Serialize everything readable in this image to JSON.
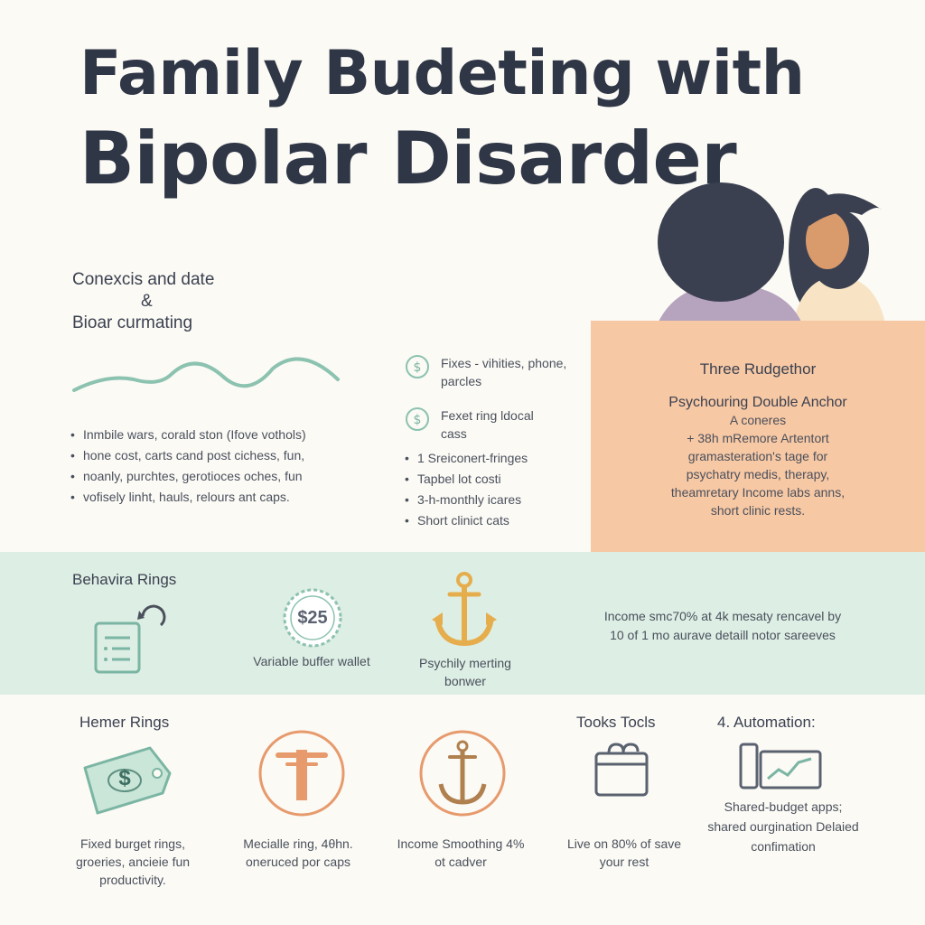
{
  "title": {
    "line1": "Family Budeting with",
    "line2": "Bipolar Disarder"
  },
  "intro": {
    "line1": "Conexcis and date",
    "amp": "&",
    "line2": "Bioar curmating"
  },
  "left_bullets": [
    "Inmbile wars, corald ston (Ifove vothols)",
    "hone cost, carts cand post cichess, fun,",
    "noanly, purchtes, gerotioces oches, fun",
    "vofisely linht, hauls, relours ant caps."
  ],
  "mid": {
    "item1": "Fixes - vihities, phone, parcles",
    "item2": "Fexet ring ldocal cass",
    "bullets": [
      "1 Sreiconert-fringes",
      "Tapbel lot costi",
      "3-h-monthly icares",
      "Short clinict cats"
    ]
  },
  "peach": {
    "heading": "Three Rudgethor",
    "subheading": "Psychouring Double Anchor",
    "lines": [
      "A coneres",
      "+ 38h mRemore Artentort",
      "gramasteration's tage for",
      "psychatry medis, therapy,",
      "theamretary Income labs anns,",
      "short clinic rests."
    ]
  },
  "band": {
    "title": "Behavira Rings",
    "coin_label": "$25",
    "caption1": "Variable buffer wallet",
    "caption2": "Psychily merting bonwer",
    "note": "Income smc70% at 4k mesaty rencavel by 10 of 1 mo aurave detaill notor sareeves"
  },
  "bottom": {
    "title1": "Hemer Rings",
    "title2": "Tooks Tocls",
    "title3": "4. Automation:",
    "tag_label": "$",
    "cap1": "Fixed burget rings, groeries, ancieie fun productivity.",
    "cap2": "Mecialle ring, 4θhn. oneruced por caps",
    "cap3": "Income Smoothing 4% ot cadver",
    "cap4": "Live on 80% of save your rest",
    "cap5": "Shared-budget apps; shared ourgination Delaied confimation"
  },
  "colors": {
    "background": "#fbfaf5",
    "title": "#2f3646",
    "peach": "#f7c8a4",
    "mint_band": "#ddeee4",
    "teal_icon": "#8cc2b0",
    "orange_icon": "#e79a6c",
    "gold_anchor": "#e6ad4c",
    "brown_anchor": "#b0804e"
  },
  "icons": [
    "wave-icon",
    "dollar-coin-icon",
    "document-icon",
    "refresh-arrow-icon",
    "anchor-icon",
    "money-tag-icon",
    "ankh-icon",
    "calendar-icon",
    "chart-screen-icon"
  ]
}
